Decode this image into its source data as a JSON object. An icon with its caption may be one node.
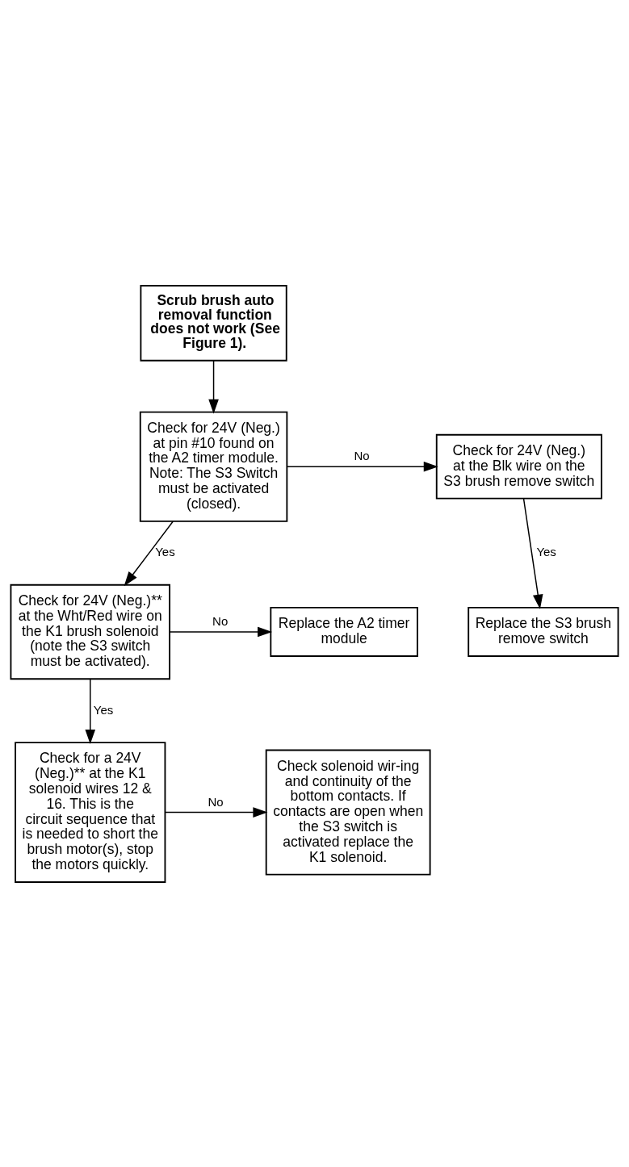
{
  "diagram": {
    "nodes": [
      {
        "text": [
          "Scrub brush auto removal function does not work (See Figure 1)."
        ]
      },
      {
        "text": [
          "Check for 24V (Neg.) at pin #10 found on the A2 timer module. Note: The S3 Switch must be activated (closed)."
        ]
      },
      {
        "text": [
          "Check for 24V (Neg.) at the Blk wire on the S3 brush remove switch"
        ]
      },
      {
        "text": [
          "Replace the S3 brush remove switch"
        ]
      },
      {
        "text": [
          "Check for 24V (Neg.)** at the Wht/Red wire on the K1 brush solenoid (note the S3 switch must be activated)."
        ]
      },
      {
        "text": [
          "Replace the A2 timer module"
        ]
      },
      {
        "text": [
          "Check for a 24V (Neg.)** at the K1 solenoid wires 12 & 16. This is the circuit sequence that is needed to short the brush motor(s), stop the motors quickly."
        ]
      },
      {
        "text": [
          "Check solenoid wir-ing and continuity of the bottom contacts. If contacts are open when the S3 switch is activated replace the K1 solenoid."
        ]
      }
    ],
    "edges": [
      {
        "from": 0,
        "to": 1,
        "arrow": "to"
      },
      {
        "from": 1,
        "to": 2,
        "arrow": "to",
        "label": "No"
      },
      {
        "from": 2,
        "to": 3,
        "arrow": "to",
        "label": "Yes"
      },
      {
        "from": 1,
        "to": 4,
        "arrow": "to",
        "label": "Yes"
      },
      {
        "from": 4,
        "to": 5,
        "arrow": "to",
        "label": "No"
      },
      {
        "from": 4,
        "to": 6,
        "arrow": "to",
        "label": "Yes"
      },
      {
        "from": 6,
        "to": 7,
        "arrow": "to",
        "label": "No"
      }
    ]
  }
}
